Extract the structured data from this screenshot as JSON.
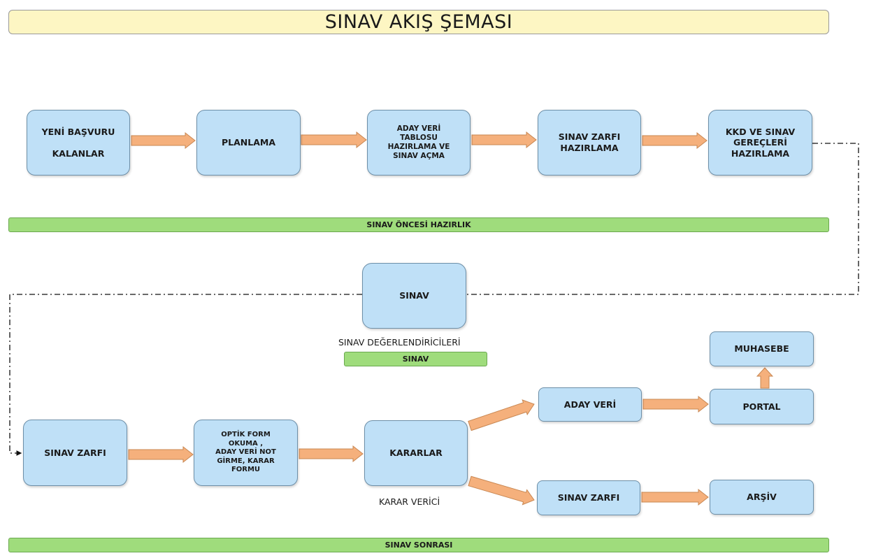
{
  "title": "SINAV AKIŞ ŞEMASI",
  "bands": {
    "pre": "SINAV ÖNCESİ HAZIRLIK",
    "exam": "SINAV",
    "post": "SINAV SONRASI"
  },
  "captions": {
    "evaluators": "SINAV DEĞERLENDİRİCİLERİ",
    "decision_maker": "KARAR VERİCİ"
  },
  "boxes": {
    "new_applicants": "YENİ BAŞVURU\n\nKALANLAR",
    "planning": "PLANLAMA",
    "candidate_table": "ADAY VERİ\nTABLOSU\nHAZIRLAMA VE\nSINAV AÇMA",
    "exam_envelope_prep": "SINAV ZARFI\nHAZIRLAMA",
    "kkd_prep": "KKD VE SINAV\nGEREÇLERİ\nHAZIRLAMA",
    "exam": "SINAV",
    "exam_envelope": "SINAV ZARFI",
    "optic_form": "OPTİK FORM\nOKUMA ,\nADAY VERİ NOT\nGİRME, KARAR\nFORMU",
    "decisions": "KARARLAR",
    "candidate_data": "ADAY VERİ",
    "portal": "PORTAL",
    "accounting": "MUHASEBE",
    "exam_envelope_post": "SINAV ZARFI",
    "archive": "ARŞİV"
  },
  "colors": {
    "box_fill": "#bfe0f7",
    "arrow_fill": "#f5b07c",
    "band_fill": "#9fdc7c",
    "title_fill": "#fdf6c3"
  }
}
